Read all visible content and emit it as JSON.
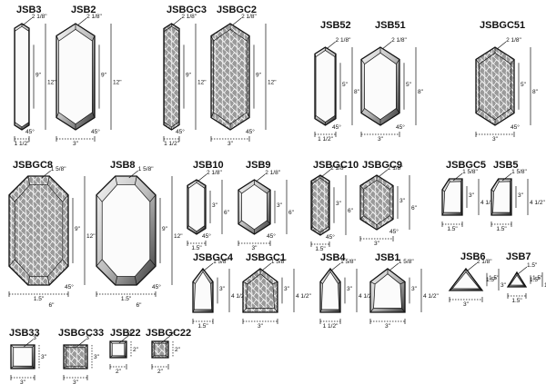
{
  "catalog": {
    "ink": "#111111",
    "paper": "#ffffff",
    "pieces": [
      {
        "code": "JSB3",
        "type": "hex-long",
        "texture": false,
        "dims": [
          "2 1/8\"",
          "9\"",
          "12\"",
          "45°",
          "1 1/2\""
        ]
      },
      {
        "code": "JSB2",
        "type": "hex-long",
        "texture": false,
        "dims": [
          "2 1/8\"",
          "9\"",
          "12\"",
          "45°",
          "3\""
        ]
      },
      {
        "code": "JSBGC3",
        "type": "hex-long",
        "texture": true,
        "dims": [
          "2 1/8\"",
          "9\"",
          "12\"",
          "45°",
          "1 1/2\""
        ]
      },
      {
        "code": "JSBGC2",
        "type": "hex-long",
        "texture": true,
        "dims": [
          "2 1/8\"",
          "9\"",
          "12\"",
          "45°",
          "3\""
        ]
      },
      {
        "code": "JSB52",
        "type": "hex",
        "texture": false,
        "dims": [
          "2 1/8\"",
          "5\"",
          "8\"",
          "45°",
          "1 1/2\""
        ]
      },
      {
        "code": "JSB51",
        "type": "hex",
        "texture": false,
        "dims": [
          "2 1/8\"",
          "5\"",
          "8\"",
          "45°",
          "3\""
        ]
      },
      {
        "code": "JSBGC51",
        "type": "hex",
        "texture": true,
        "dims": [
          "2 1/8\"",
          "5\"",
          "8\"",
          "45°",
          "3\""
        ]
      },
      {
        "code": "JSBGC8",
        "type": "octagon",
        "texture": true,
        "dims": [
          "1 5/8\"",
          "9\"",
          "12\"",
          "45°",
          "1.5\"",
          "6\""
        ]
      },
      {
        "code": "JSB8",
        "type": "octagon",
        "texture": false,
        "dims": [
          "1 5/8\"",
          "9\"",
          "12\"",
          "45°",
          "1.5\"",
          "6\""
        ]
      },
      {
        "code": "JSB10",
        "type": "hex-small",
        "texture": false,
        "dims": [
          "2 1/8\"",
          "3\"",
          "6\"",
          "45°",
          "1.5\""
        ]
      },
      {
        "code": "JSB9",
        "type": "hex-small",
        "texture": false,
        "dims": [
          "2 1/8\"",
          "3\"",
          "6\"",
          "45°",
          "3\""
        ]
      },
      {
        "code": "JSBGC10",
        "type": "hex-small",
        "texture": true,
        "dims": [
          "2 1/8\"",
          "3\"",
          "6\"",
          "45°",
          "1.5\""
        ]
      },
      {
        "code": "JSBGC9",
        "type": "hex-small",
        "texture": true,
        "dims": [
          "2 1/8\"",
          "3\"",
          "6\"",
          "45°",
          "3\""
        ]
      },
      {
        "code": "JSBGC5",
        "type": "trapezoid",
        "texture": false,
        "dims": [
          "1 5/8\"",
          "3\"",
          "4 1/2\"",
          "1.5\""
        ]
      },
      {
        "code": "JSB5",
        "type": "trapezoid",
        "texture": false,
        "dims": [
          "1 5/8\"",
          "3\"",
          "4 1/2\"",
          "1.5\""
        ]
      },
      {
        "code": "JSBGC4",
        "type": "pentagon",
        "texture": false,
        "dims": [
          "1 5/8\"",
          "3\"",
          "4 1/2\"",
          "1.5\""
        ]
      },
      {
        "code": "JSBGC1",
        "type": "pentagon",
        "texture": true,
        "dims": [
          "1 5/8\"",
          "3\"",
          "4 1/2\"",
          "3\""
        ]
      },
      {
        "code": "JSB4",
        "type": "pentagon",
        "texture": false,
        "dims": [
          "1 5/8\"",
          "3\"",
          "4 1/2\"",
          "1 1/2\""
        ]
      },
      {
        "code": "JSB1",
        "type": "pentagon",
        "texture": false,
        "dims": [
          "1 5/8\"",
          "3\"",
          "4 1/2\"",
          "3\""
        ]
      },
      {
        "code": "JSB6",
        "type": "triangle",
        "texture": false,
        "dims": [
          "2 1/8\"",
          "1.5\"",
          "3\""
        ]
      },
      {
        "code": "JSB7",
        "type": "triangle",
        "texture": false,
        "dims": [
          "1.5\"",
          "1.5\"",
          "1.5\""
        ]
      },
      {
        "code": "JSB33",
        "type": "square",
        "texture": false,
        "dims": [
          "3\"",
          "3\""
        ]
      },
      {
        "code": "JSBGC33",
        "type": "square",
        "texture": true,
        "dims": [
          "3\"",
          "3\""
        ]
      },
      {
        "code": "JSB22",
        "type": "square",
        "texture": false,
        "dims": [
          "2\"",
          "2\""
        ]
      },
      {
        "code": "JSBGC22",
        "type": "square",
        "texture": true,
        "dims": [
          "2\"",
          "2\""
        ]
      }
    ]
  }
}
